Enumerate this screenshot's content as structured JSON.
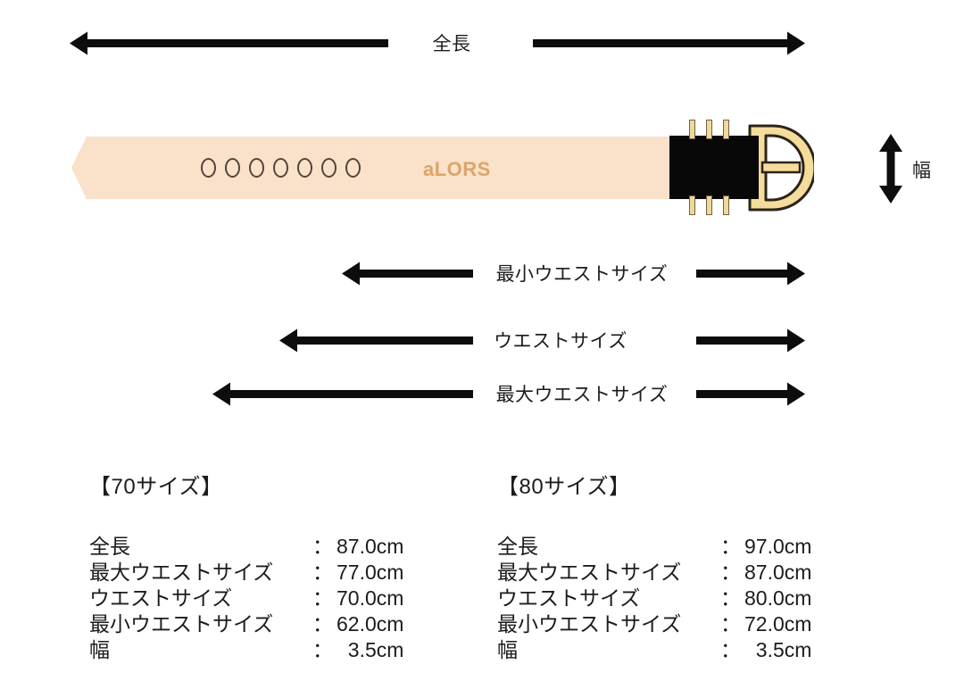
{
  "diagram": {
    "dimension_lines": [
      {
        "id": "total-length",
        "label": "全長"
      },
      {
        "id": "min-waist",
        "label": "最小ウエストサイズ"
      },
      {
        "id": "waist",
        "label": "ウエストサイズ"
      },
      {
        "id": "max-waist",
        "label": "最大ウエストサイズ"
      }
    ],
    "width_indicator": {
      "label": "幅"
    },
    "belt": {
      "brand": "aLORS",
      "brand_color": "#dba56a",
      "strap_color": "#fae1c9",
      "hole_count": 7,
      "keeper_color": "#080808",
      "buckle_color": "#f3dc9c",
      "stitch_count_top": 3,
      "stitch_count_bottom": 3
    }
  },
  "specs": [
    {
      "heading": "【70サイズ】",
      "rows": [
        {
          "label": "全長",
          "colon": "：",
          "value": "87.0cm"
        },
        {
          "label": "最大ウエストサイズ",
          "colon": "：",
          "value": "77.0cm"
        },
        {
          "label": "ウエストサイズ",
          "colon": "：",
          "value": "70.0cm"
        },
        {
          "label": "最小ウエストサイズ",
          "colon": "：",
          "value": "62.0cm"
        },
        {
          "label": "幅",
          "colon": "：",
          "value": "3.5cm"
        }
      ]
    },
    {
      "heading": "【80サイズ】",
      "rows": [
        {
          "label": "全長",
          "colon": "：",
          "value": "97.0cm"
        },
        {
          "label": "最大ウエストサイズ",
          "colon": "：",
          "value": "87.0cm"
        },
        {
          "label": "ウエストサイズ",
          "colon": "：",
          "value": "80.0cm"
        },
        {
          "label": "最小ウエストサイズ",
          "colon": "：",
          "value": "72.0cm"
        },
        {
          "label": "幅",
          "colon": "：",
          "value": "3.5cm"
        }
      ]
    }
  ]
}
